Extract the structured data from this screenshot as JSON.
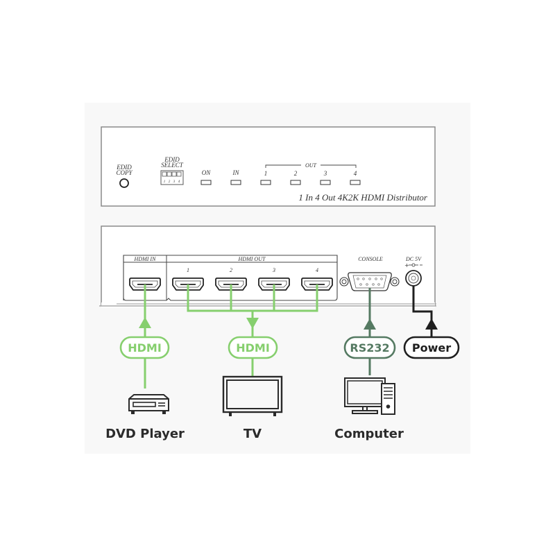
{
  "colors": {
    "hdmi_line": "#86cf6e",
    "rs232_line": "#557a62",
    "power_line": "#1f1f1f",
    "panel_stroke": "#888888",
    "icon_stroke": "#2a2a2a",
    "label_text": "#2b2b2b",
    "background": "#f8f8f8"
  },
  "front_panel": {
    "edid_copy_label_1": "EDID",
    "edid_copy_label_2": "COPY",
    "edid_select_label_1": "EDID",
    "edid_select_label_2": "SELECT",
    "dip_numbers": [
      "1",
      "2",
      "3",
      "4"
    ],
    "led_on": "ON",
    "led_in": "IN",
    "out_group_label": "OUT",
    "out_leds": [
      "1",
      "2",
      "3",
      "4"
    ],
    "product_name": "1 In 4 Out 4K2K HDMI Distributor"
  },
  "back_panel": {
    "hdmi_in_label": "HDMI  IN",
    "hdmi_out_label": "HDMI  OUT",
    "hdmi_out_ports": [
      "1",
      "2",
      "3",
      "4"
    ],
    "console_label": "CONSOLE",
    "dc_label": "DC 5V",
    "dc_polarity": "+ -⊙- -"
  },
  "connections": [
    {
      "id": "dvd",
      "badge": "HDMI",
      "device": "DVD Player",
      "direction": "up",
      "icon": "dvd-player-icon"
    },
    {
      "id": "tv",
      "badge": "HDMI",
      "device": "TV",
      "direction": "down",
      "icon": "tv-icon"
    },
    {
      "id": "computer",
      "badge": "RS232",
      "device": "Computer",
      "direction": "up",
      "icon": "computer-icon"
    },
    {
      "id": "power",
      "badge": "Power",
      "device": "",
      "direction": "up",
      "icon": ""
    }
  ]
}
